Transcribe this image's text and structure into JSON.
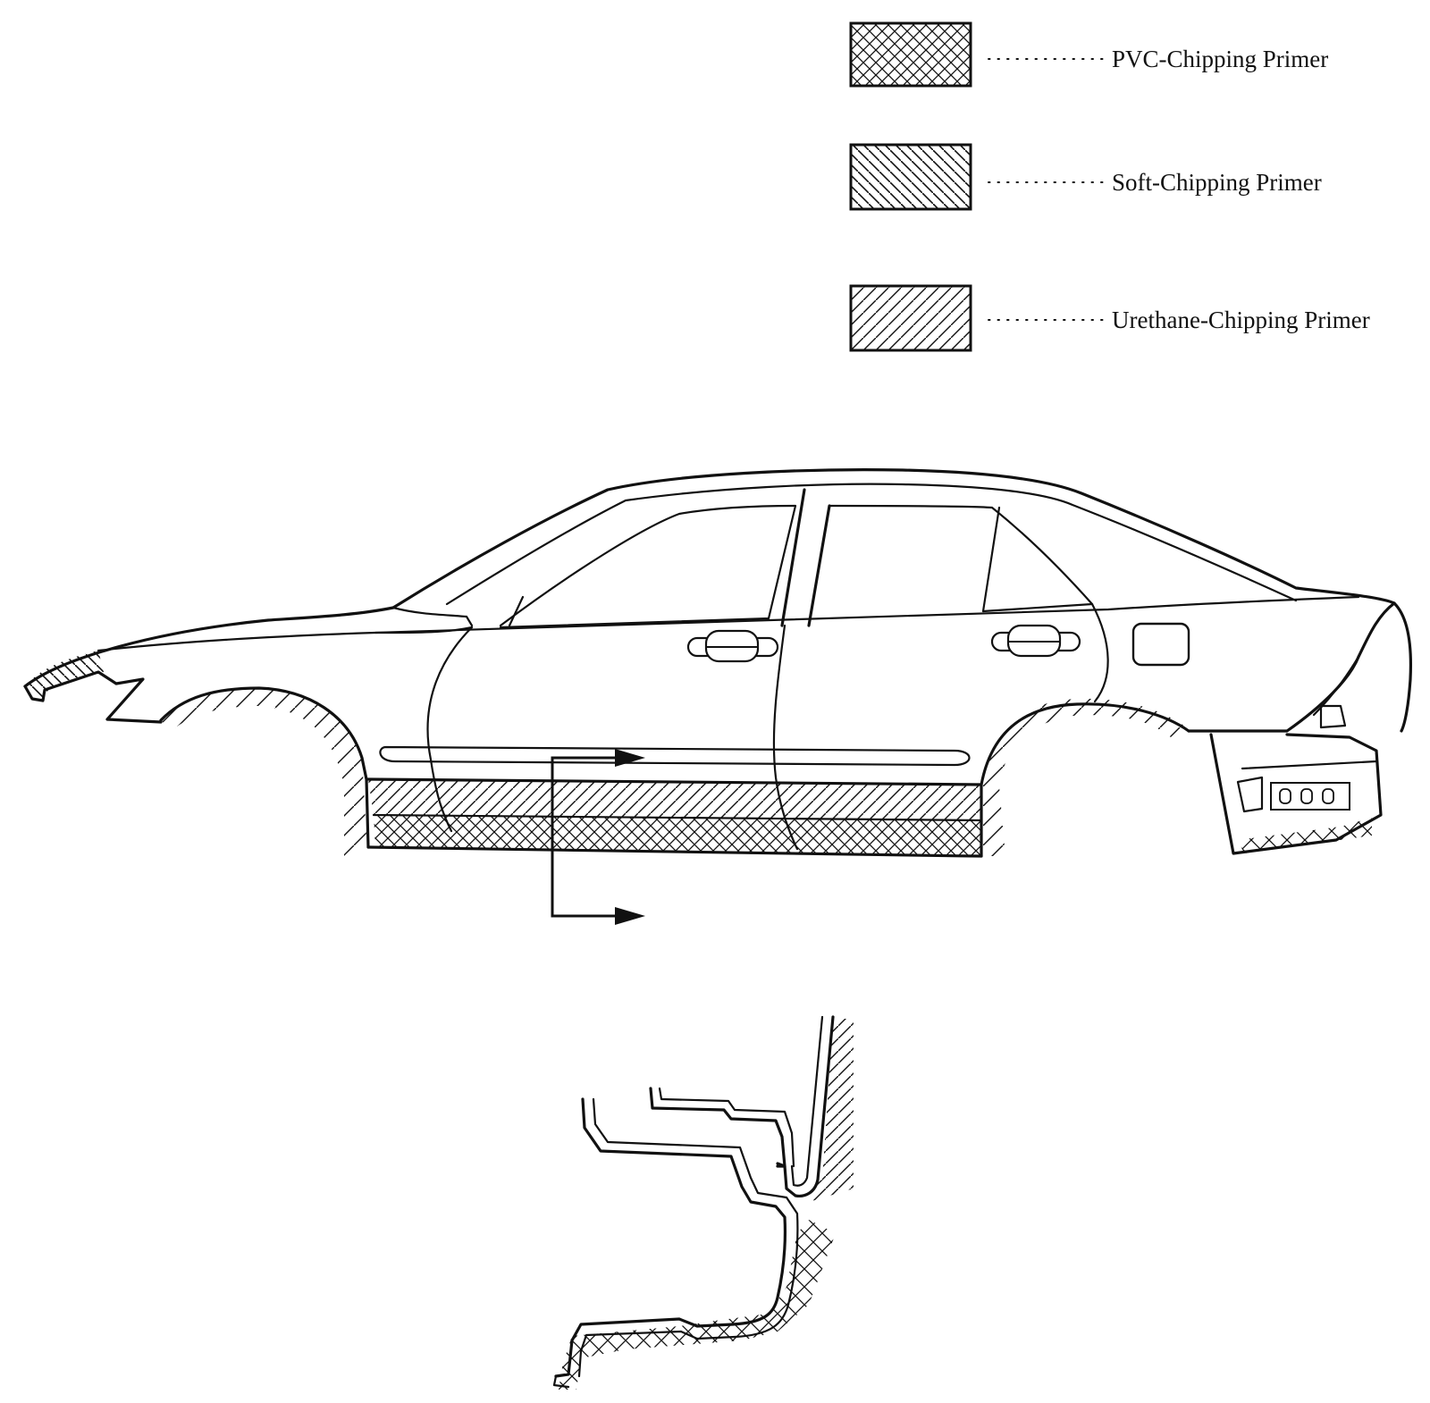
{
  "legend": {
    "items": [
      {
        "key": "pvc",
        "label": "PVC-Chipping Primer",
        "pattern": "crosshatch-pattern"
      },
      {
        "key": "soft",
        "label": "Soft-Chipping Primer",
        "pattern": "back-diagonal-pattern"
      },
      {
        "key": "urethane",
        "label": "Urethane-Chipping Primer",
        "pattern": "forward-diagonal-pattern"
      }
    ]
  },
  "colors": {
    "ink": "#111111",
    "paper": "#ffffff"
  }
}
